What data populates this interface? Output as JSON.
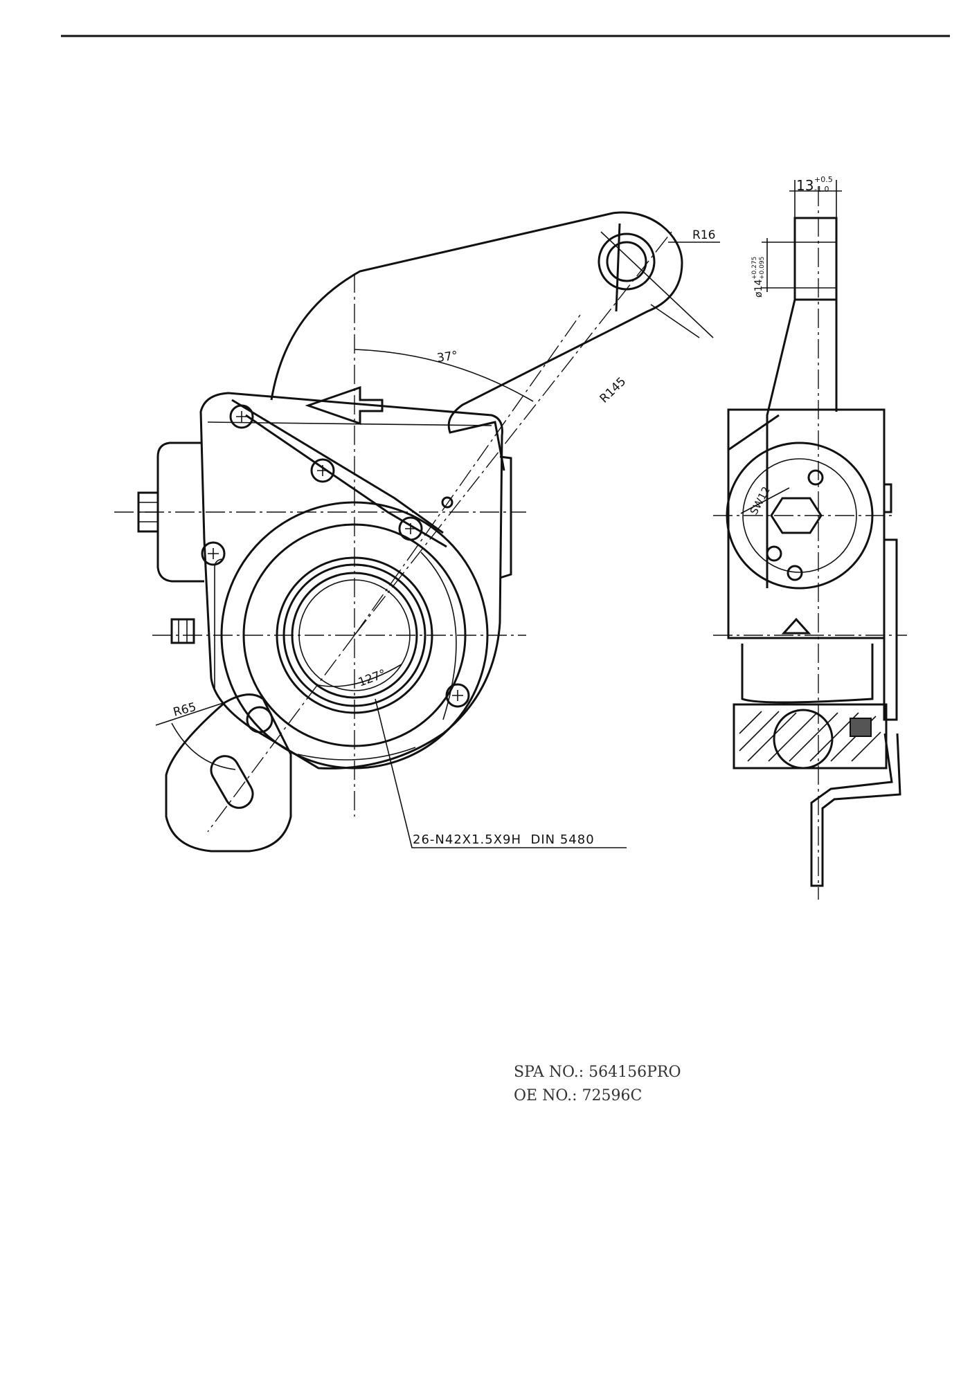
{
  "drawing": {
    "dims": {
      "r16": "R16",
      "r145": "R145",
      "r65": "R65",
      "angle37": "37°",
      "angle127": "127°",
      "spline": "26-N42X1.5X9H  DIN 5480",
      "sw12": "SW12",
      "width13": "13",
      "width13_tol_up": "+0.5",
      "width13_tol_dn": "-1.0",
      "dia14": "ø14",
      "dia14_tol_up": "+0.275",
      "dia14_tol_dn": "+0.095"
    }
  },
  "part_numbers": {
    "spa": "SPA NO.: 564156PRO",
    "oe": "OE NO.: 72596C"
  }
}
